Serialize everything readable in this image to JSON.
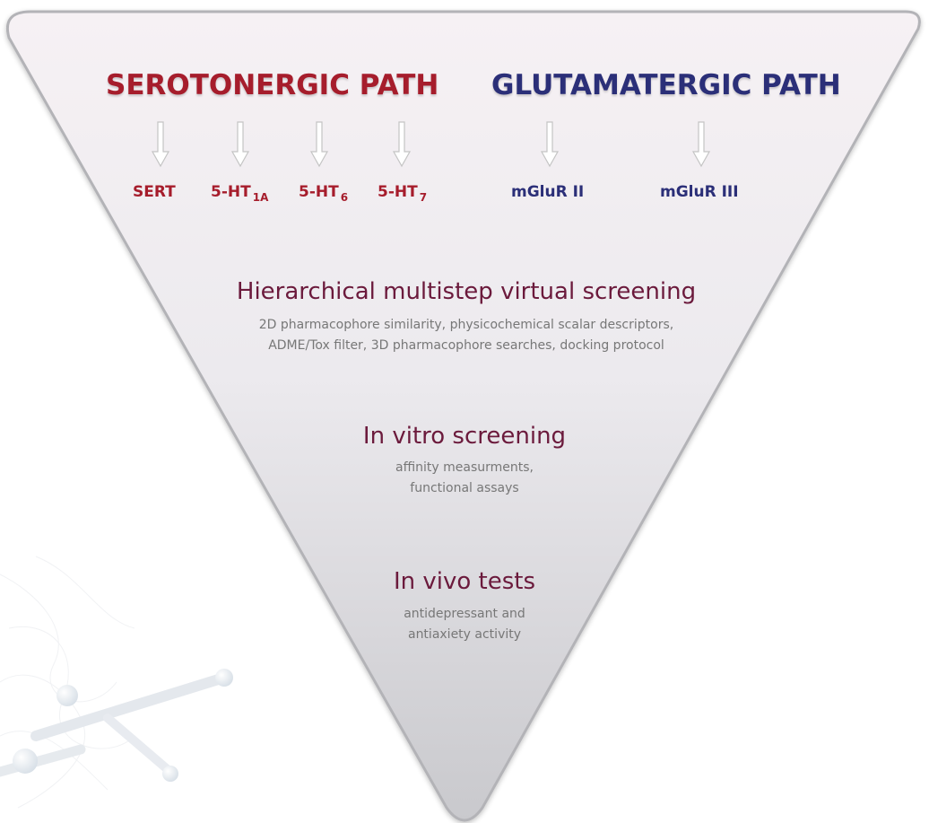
{
  "paths": {
    "serotonergic": {
      "label": "SEROTONERGIC PATH",
      "color": "#a61d2c"
    },
    "glutamatergic": {
      "label": "GLUTAMATERGIC PATH",
      "color": "#2b2f78"
    }
  },
  "targets": {
    "sert": "SERT",
    "ht1a_base": "5-HT",
    "ht1a_sub": "1A",
    "ht6_base": "5-HT",
    "ht6_sub": "6",
    "ht7_base": "5-HT",
    "ht7_sub": "7",
    "mglur2": "mGluR II",
    "mglur3": "mGluR III"
  },
  "stages": {
    "virtual": {
      "title": "Hierarchical multistep virtual screening",
      "desc_line1": "2D pharmacophore similarity, physicochemical scalar descriptors,",
      "desc_line2": "ADME/Tox filter, 3D pharmacophore searches, docking protocol"
    },
    "invitro": {
      "title": "In vitro screening",
      "desc_line1": "affinity measurments,",
      "desc_line2": "functional assays"
    },
    "invivo": {
      "title": "In vivo tests",
      "desc_line1": "antidepressant and",
      "desc_line2": "antiaxiety activity"
    }
  },
  "colors": {
    "funnel_top": "#f2eef1",
    "funnel_bottom": "#c8c8cc",
    "funnel_border": "#b0b0b4",
    "arrow": "#c4c4c4"
  },
  "icons": {
    "arrow": "down-arrow-icon",
    "background": "molecule-model-icon"
  }
}
